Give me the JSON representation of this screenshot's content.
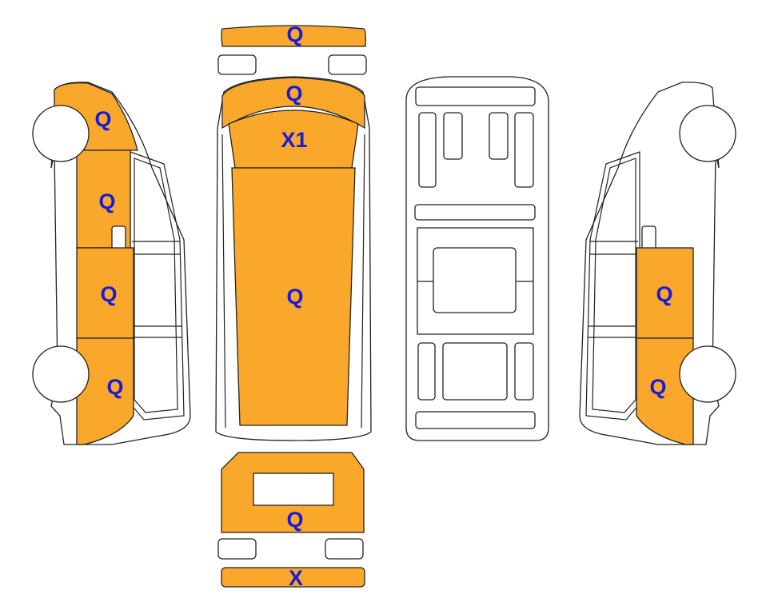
{
  "colors": {
    "damage_fill": "#F9A82B",
    "code_text": "#1A1ADB",
    "outline": "#222222",
    "background": "#FFFFFF"
  },
  "damage_codes": {
    "front_bumper": "Q",
    "hood": "Q",
    "windshield": "X1",
    "roof": "Q",
    "rear_door": "Q",
    "rear_bumper": "X",
    "left_front_fender": "Q",
    "left_front_door": "Q",
    "left_rear_door": "Q",
    "left_rear_quarter": "Q",
    "right_rear_door": "Q",
    "right_rear_quarter": "Q"
  }
}
